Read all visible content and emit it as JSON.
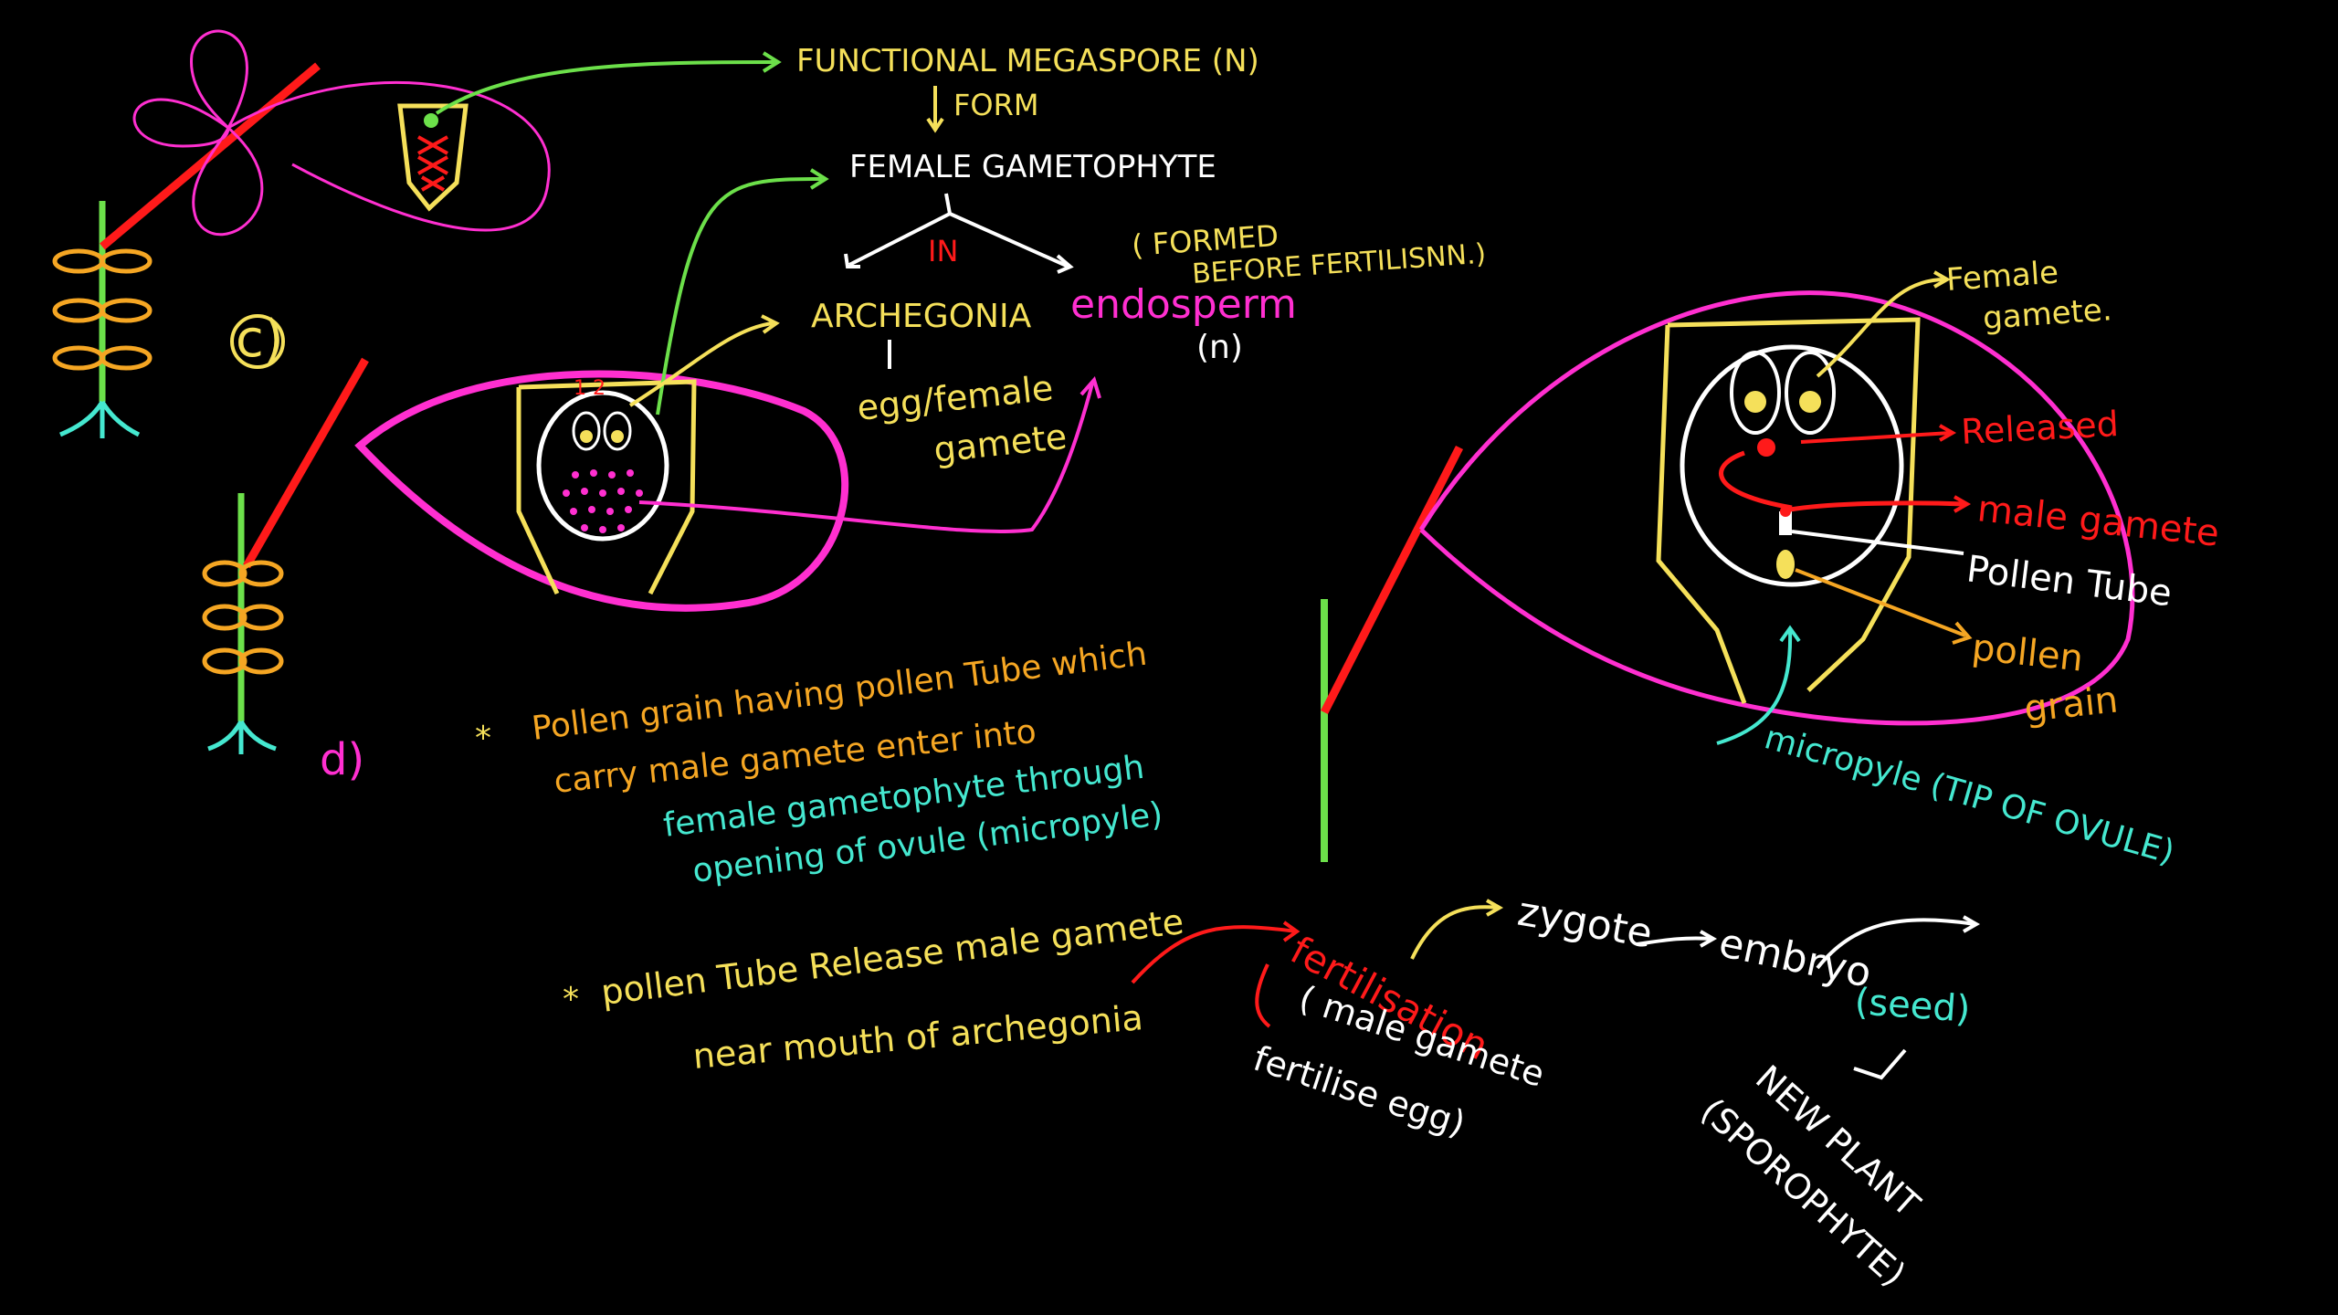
{
  "colors": {
    "background": "#000000",
    "yellow": "#f5e05a",
    "orange": "#f5a623",
    "red": "#ff1a1a",
    "green": "#6ce04a",
    "magenta": "#ff2fd0",
    "cyan": "#45e8d0",
    "white": "#ffffff"
  },
  "top": {
    "functional_megaspore": "FUNCTIONAL MEGASPORE (N)",
    "form": "FORM",
    "female_gametophyte": "FEMALE GAMETOPHYTE",
    "in": "IN",
    "formed_before_1": "( FORMED",
    "formed_before_2": "BEFORE FERTILISNN.)",
    "archegonia": "ARCHEGONIA",
    "endosperm": "endosperm",
    "endosperm_n": "(n)",
    "egg_1": "egg/female",
    "egg_2": "gamete"
  },
  "labels": {
    "c": "c)",
    "d": "d)",
    "ovule_numbers": "1 2"
  },
  "notes": {
    "point1_l1": "Pollen grain having pollen Tube which",
    "point1_l2": "carry male gamete  enter into",
    "point1_l3": "female gametophyte through",
    "point1_l4": "opening of ovule (micropyle)",
    "point2_l1": "pollen Tube Release male gamete",
    "point2_l2": "near mouth of archegonia",
    "bullet": "*"
  },
  "right_diagram": {
    "female_gamete_1": "Female",
    "female_gamete_2": "gamete.",
    "released": "Released",
    "male_gamete": "male gamete",
    "pollen_tube": "Pollen Tube",
    "pollen_grain_1": "pollen",
    "pollen_grain_2": "grain",
    "micropyle": "micropyle (TIP OF OVULE)"
  },
  "flow": {
    "fertilisation": "fertilisation",
    "fert_note_1": "( male gamete",
    "fert_note_2": "fertilise egg)",
    "zygote": "zygote",
    "embryo": "embryo",
    "seed": "(seed)",
    "new_plant_1": "NEW PLANT",
    "new_plant_2": "(SPOROPHYTE)"
  }
}
